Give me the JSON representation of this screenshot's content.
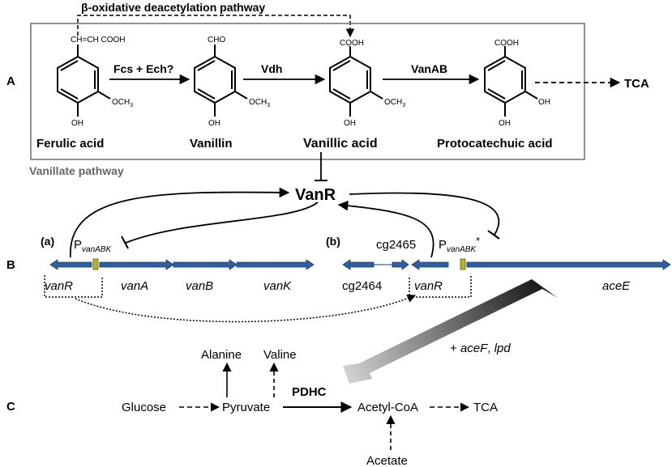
{
  "panels": {
    "a": "A",
    "b": "B",
    "c": "C"
  },
  "top_pathway": "β-oxidative deacetylation pathway",
  "box_label": "Vanillate pathway",
  "compounds": {
    "ferulic": "Ferulic acid",
    "vanillin": "Vanillin",
    "vanillic": "Vanillic acid",
    "protocatechuic": "Protocatechuic acid",
    "tca": "TCA"
  },
  "substituents": {
    "ferulic_top": "CH=CH COOH",
    "vanillin_top": "CHO",
    "cooh": "COOH",
    "och3": "OCH",
    "sub3": "3",
    "oh": "OH"
  },
  "enzymes": {
    "fcs": "Fcs + Ech?",
    "vdh": "Vdh",
    "vanab": "VanAB"
  },
  "regulator": "VanR",
  "promoter_p": "P",
  "promoter_sub": "vanABK",
  "promoter_star": "*",
  "cluster_a": "(a)",
  "cluster_b": "(b)",
  "genes": {
    "vanR": "vanR",
    "vanA": "vanA",
    "vanB": "vanB",
    "vanK": "vanK",
    "cg2464": "cg2464",
    "cg2465": "cg2465",
    "aceE": "aceE"
  },
  "enzyme_extra": {
    "plus": "+ ",
    "aceF": "aceF",
    "comma": ", ",
    "lpd": "lpd"
  },
  "metabolism": {
    "glucose": "Glucose",
    "pyruvate": "Pyruvate",
    "alanine": "Alanine",
    "valine": "Valine",
    "pdhc": "PDHC",
    "acetyl_coa": "Acetyl-CoA",
    "tca": "TCA",
    "acetate": "Acetate"
  },
  "colors": {
    "gene_fill": "#2e5f9e",
    "gene_stroke": "#173a6b",
    "promoter": "#b7b52a",
    "box": "#777777",
    "box_label": "#666666"
  }
}
